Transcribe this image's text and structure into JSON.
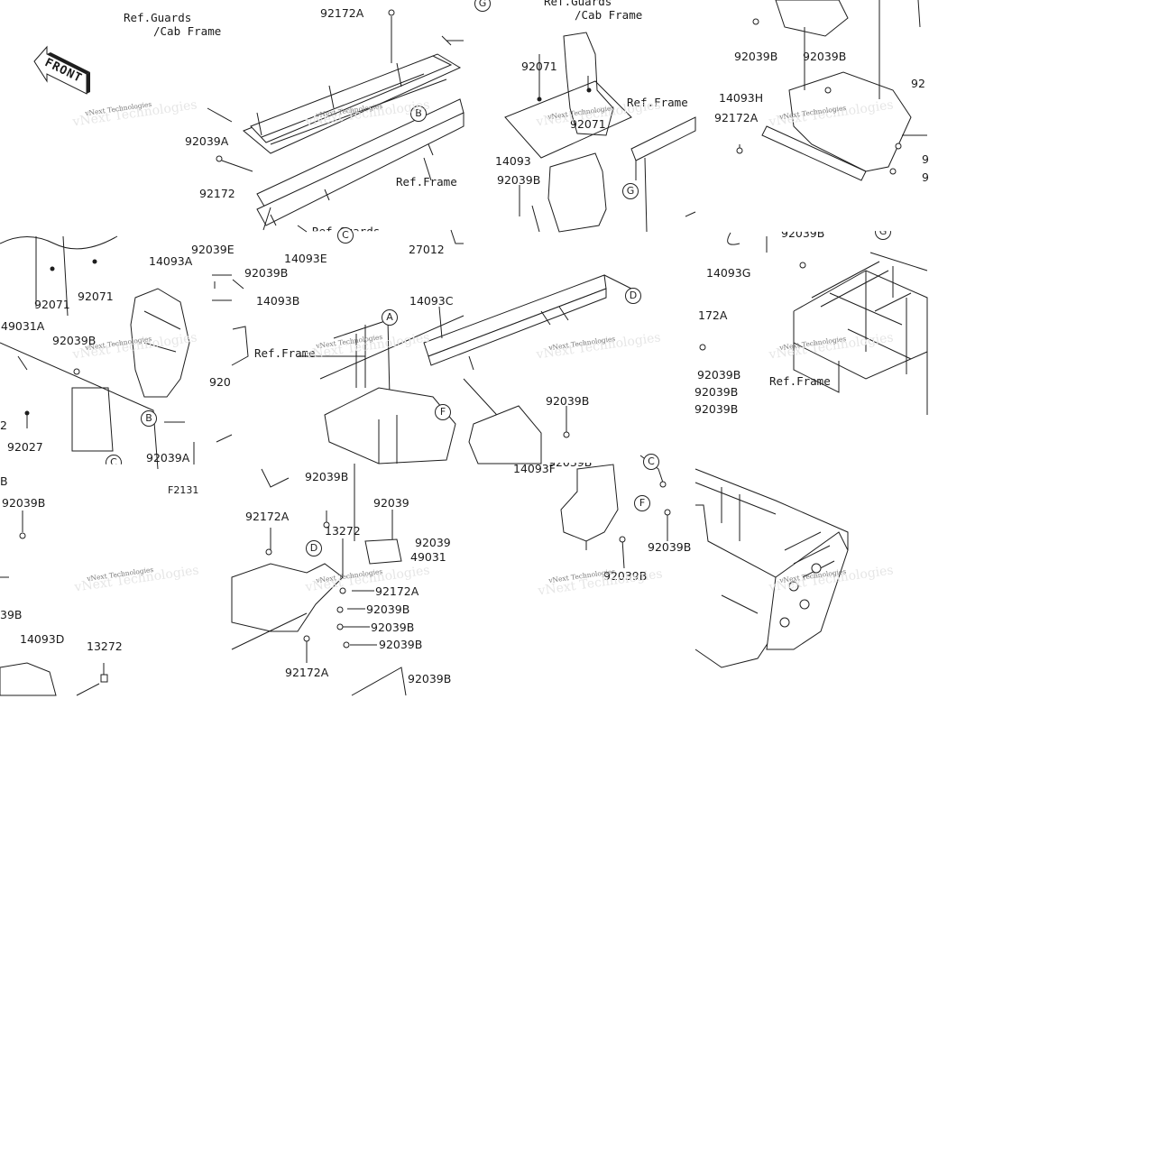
{
  "front_badge": "FRONT",
  "watermark": "vNext Technologies",
  "refs": {
    "guards_cab": "Ref.Guards",
    "cab_frame_1": "/Cab Frame",
    "frame": "Ref.Frame",
    "guards_partial": "Ref.Guards"
  },
  "diagram_id": "F2131",
  "circle_markers": {
    "A": "A",
    "B": "B",
    "C": "C",
    "D": "D",
    "F": "F",
    "G": "G"
  },
  "parts": {
    "p92172A": "92172A",
    "p92039A": "92039A",
    "p92039B": "92039B",
    "p92071": "92071",
    "p14093": "14093",
    "p14093A": "14093A",
    "p14093B": "14093B",
    "p14093C": "14093C",
    "p14093D": "14093D",
    "p14093E": "14093E",
    "p14093F": "14093F",
    "p14093G": "14093G",
    "p14093H": "14093H",
    "p27012": "27012",
    "p49031": "49031",
    "p49031A": "49031A",
    "p92027": "92027",
    "p13272": "13272",
    "p92039": "92039",
    "cut_92172": "92172",
    "cut_92039B_end": "92039E",
    "cut_920": "920",
    "cut_92": "92",
    "cut_9": "9",
    "cut_2": "2",
    "cut_B": "B",
    "cut_39B": "39B",
    "cut_172A": "172A",
    "cut_92039B_left": "92039B"
  }
}
